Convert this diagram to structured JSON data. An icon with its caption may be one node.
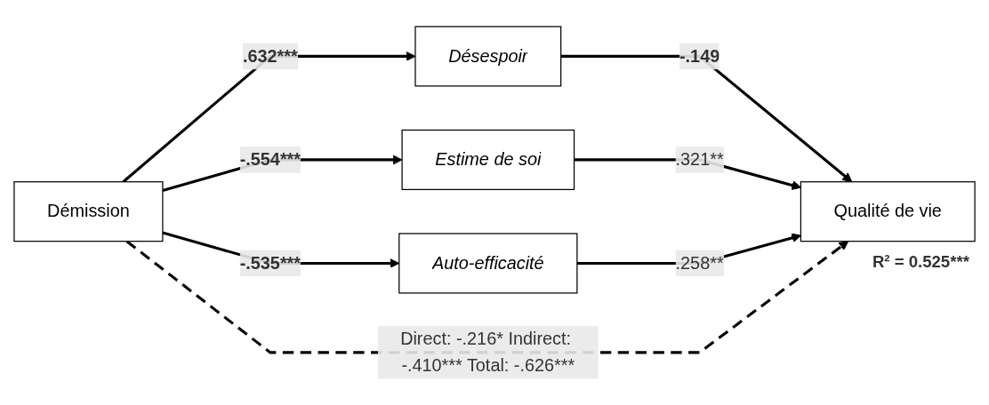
{
  "diagram": {
    "nodes": [
      {
        "text": [
          "Démission"
        ]
      },
      {
        "text": [
          "Désespoir"
        ]
      },
      {
        "text": [
          "Estime de soi"
        ]
      },
      {
        "text": [
          "Auto-efficacité"
        ]
      },
      {
        "text": [
          "Qualité de vie"
        ],
        "beside": [
          "R² = 0.525***"
        ]
      }
    ],
    "edges": [
      {
        "from": 0,
        "to": 1,
        "arrow": "to",
        "label": ".632***"
      },
      {
        "from": 0,
        "to": 2,
        "arrow": "to",
        "label": "-.554***"
      },
      {
        "from": 0,
        "to": 3,
        "arrow": "to",
        "label": "-.535***"
      },
      {
        "from": 1,
        "to": 4,
        "arrow": "to",
        "label": "-.149"
      },
      {
        "from": 2,
        "to": 4,
        "arrow": "to",
        "label": ".321**"
      },
      {
        "from": 3,
        "to": 4,
        "arrow": "to",
        "label": ".258**"
      },
      {
        "from": 0,
        "to": 4,
        "arrow": "to",
        "label": "Direct: -.216* Indirect: -.410*** Total: -.626***",
        "style": "dashed"
      }
    ]
  }
}
